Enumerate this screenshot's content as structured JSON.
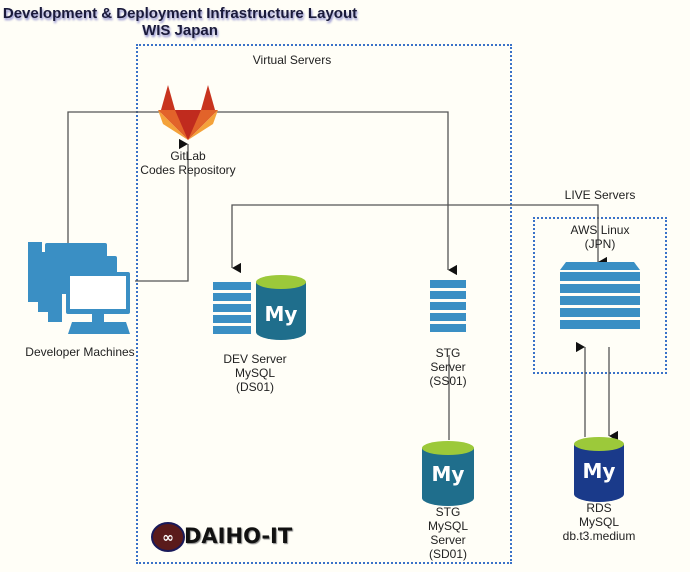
{
  "title": "Development & Deployment Infrastructure Layout",
  "subtitle": "WIS Japan",
  "groups": {
    "virtual": "Virtual Servers",
    "live": "LIVE Servers"
  },
  "nodes": {
    "gitlab": [
      "GitLab",
      "Codes Repository"
    ],
    "dev_machines": "Developer Machines",
    "dev_server": [
      "DEV Server",
      "MySQL",
      "(DS01)"
    ],
    "stg_server": [
      "STG",
      "Server",
      "(SS01)"
    ],
    "stg_mysql": [
      "STG",
      "MySQL",
      "Server",
      "(SD01)"
    ],
    "aws": [
      "AWS Linux",
      "(JPN)"
    ],
    "rds": [
      "RDS",
      "MySQL",
      "db.t3.medium"
    ]
  },
  "logo": "DAIHO-IT",
  "colors": {
    "box": "#3a72c8",
    "server": "#3a8fc4",
    "mysql_teal": "#1f6e8c",
    "mysql_navy": "#1a3a8a",
    "db_top": "#9cc93a"
  }
}
